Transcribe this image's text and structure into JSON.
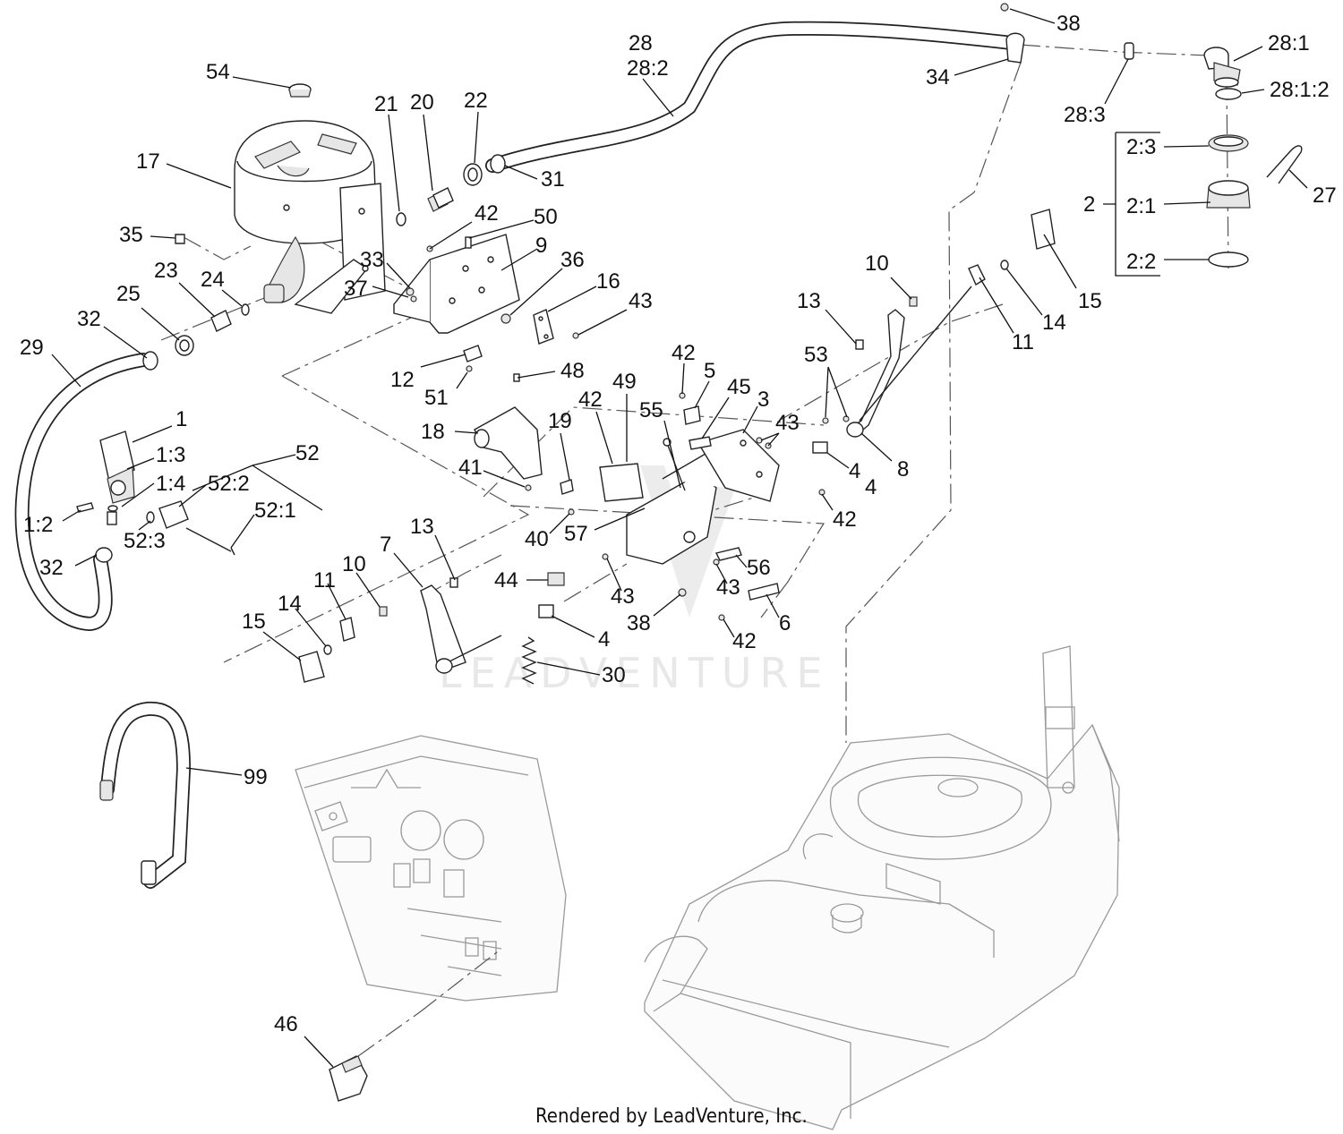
{
  "diagram": {
    "watermark": "LEADVENTURE",
    "credit": "Rendered by LeadVenture, Inc.",
    "callouts": [
      {
        "id": "54",
        "text": "54"
      },
      {
        "id": "17",
        "text": "17"
      },
      {
        "id": "35",
        "text": "35"
      },
      {
        "id": "21",
        "text": "21"
      },
      {
        "id": "20",
        "text": "20"
      },
      {
        "id": "22",
        "text": "22"
      },
      {
        "id": "31",
        "text": "31"
      },
      {
        "id": "28",
        "text": "28"
      },
      {
        "id": "28-2",
        "text": "28:2"
      },
      {
        "id": "38-top",
        "text": "38"
      },
      {
        "id": "34",
        "text": "34"
      },
      {
        "id": "28-3",
        "text": "28:3"
      },
      {
        "id": "28-1",
        "text": "28:1"
      },
      {
        "id": "28-1-2",
        "text": "28:1:2"
      },
      {
        "id": "2-3",
        "text": "2:3"
      },
      {
        "id": "2",
        "text": "2"
      },
      {
        "id": "2-1",
        "text": "2:1"
      },
      {
        "id": "2-2",
        "text": "2:2"
      },
      {
        "id": "27",
        "text": "27"
      },
      {
        "id": "42-a",
        "text": "42"
      },
      {
        "id": "50",
        "text": "50"
      },
      {
        "id": "9",
        "text": "9"
      },
      {
        "id": "33",
        "text": "33"
      },
      {
        "id": "37",
        "text": "37"
      },
      {
        "id": "36",
        "text": "36"
      },
      {
        "id": "16",
        "text": "16"
      },
      {
        "id": "43-a",
        "text": "43"
      },
      {
        "id": "23",
        "text": "23"
      },
      {
        "id": "24",
        "text": "24"
      },
      {
        "id": "25",
        "text": "25"
      },
      {
        "id": "32-top",
        "text": "32"
      },
      {
        "id": "29",
        "text": "29"
      },
      {
        "id": "12",
        "text": "12"
      },
      {
        "id": "51",
        "text": "51"
      },
      {
        "id": "10-right",
        "text": "10"
      },
      {
        "id": "13-right",
        "text": "13"
      },
      {
        "id": "11-right",
        "text": "11"
      },
      {
        "id": "14-right",
        "text": "14"
      },
      {
        "id": "15-right",
        "text": "15"
      },
      {
        "id": "53",
        "text": "53"
      },
      {
        "id": "8",
        "text": "8"
      },
      {
        "id": "4-a",
        "text": "4"
      },
      {
        "id": "4-b",
        "text": "4"
      },
      {
        "id": "42-b",
        "text": "42"
      },
      {
        "id": "1",
        "text": "1"
      },
      {
        "id": "1-3",
        "text": "1:3"
      },
      {
        "id": "1-4",
        "text": "1:4"
      },
      {
        "id": "1-2",
        "text": "1:2"
      },
      {
        "id": "52",
        "text": "52"
      },
      {
        "id": "52-2",
        "text": "52:2"
      },
      {
        "id": "52-1",
        "text": "52:1"
      },
      {
        "id": "52-3",
        "text": "52:3"
      },
      {
        "id": "32-bottom",
        "text": "32"
      },
      {
        "id": "48",
        "text": "48"
      },
      {
        "id": "18",
        "text": "18"
      },
      {
        "id": "19",
        "text": "19"
      },
      {
        "id": "41",
        "text": "41"
      },
      {
        "id": "40",
        "text": "40"
      },
      {
        "id": "42-c",
        "text": "42"
      },
      {
        "id": "49",
        "text": "49"
      },
      {
        "id": "55",
        "text": "55"
      },
      {
        "id": "57",
        "text": "57"
      },
      {
        "id": "42-d",
        "text": "42"
      },
      {
        "id": "5",
        "text": "5"
      },
      {
        "id": "45",
        "text": "45"
      },
      {
        "id": "3",
        "text": "3"
      },
      {
        "id": "43-b",
        "text": "43"
      },
      {
        "id": "44",
        "text": "44"
      },
      {
        "id": "43-c",
        "text": "43"
      },
      {
        "id": "56",
        "text": "56"
      },
      {
        "id": "43-d",
        "text": "43"
      },
      {
        "id": "38-mid",
        "text": "38"
      },
      {
        "id": "6",
        "text": "6"
      },
      {
        "id": "42-e",
        "text": "42"
      },
      {
        "id": "13-left",
        "text": "13"
      },
      {
        "id": "7",
        "text": "7"
      },
      {
        "id": "10-left",
        "text": "10"
      },
      {
        "id": "11-left",
        "text": "11"
      },
      {
        "id": "14-left",
        "text": "14"
      },
      {
        "id": "15-left",
        "text": "15"
      },
      {
        "id": "4-c",
        "text": "4"
      },
      {
        "id": "30",
        "text": "30"
      },
      {
        "id": "99",
        "text": "99"
      },
      {
        "id": "46",
        "text": "46"
      }
    ]
  }
}
